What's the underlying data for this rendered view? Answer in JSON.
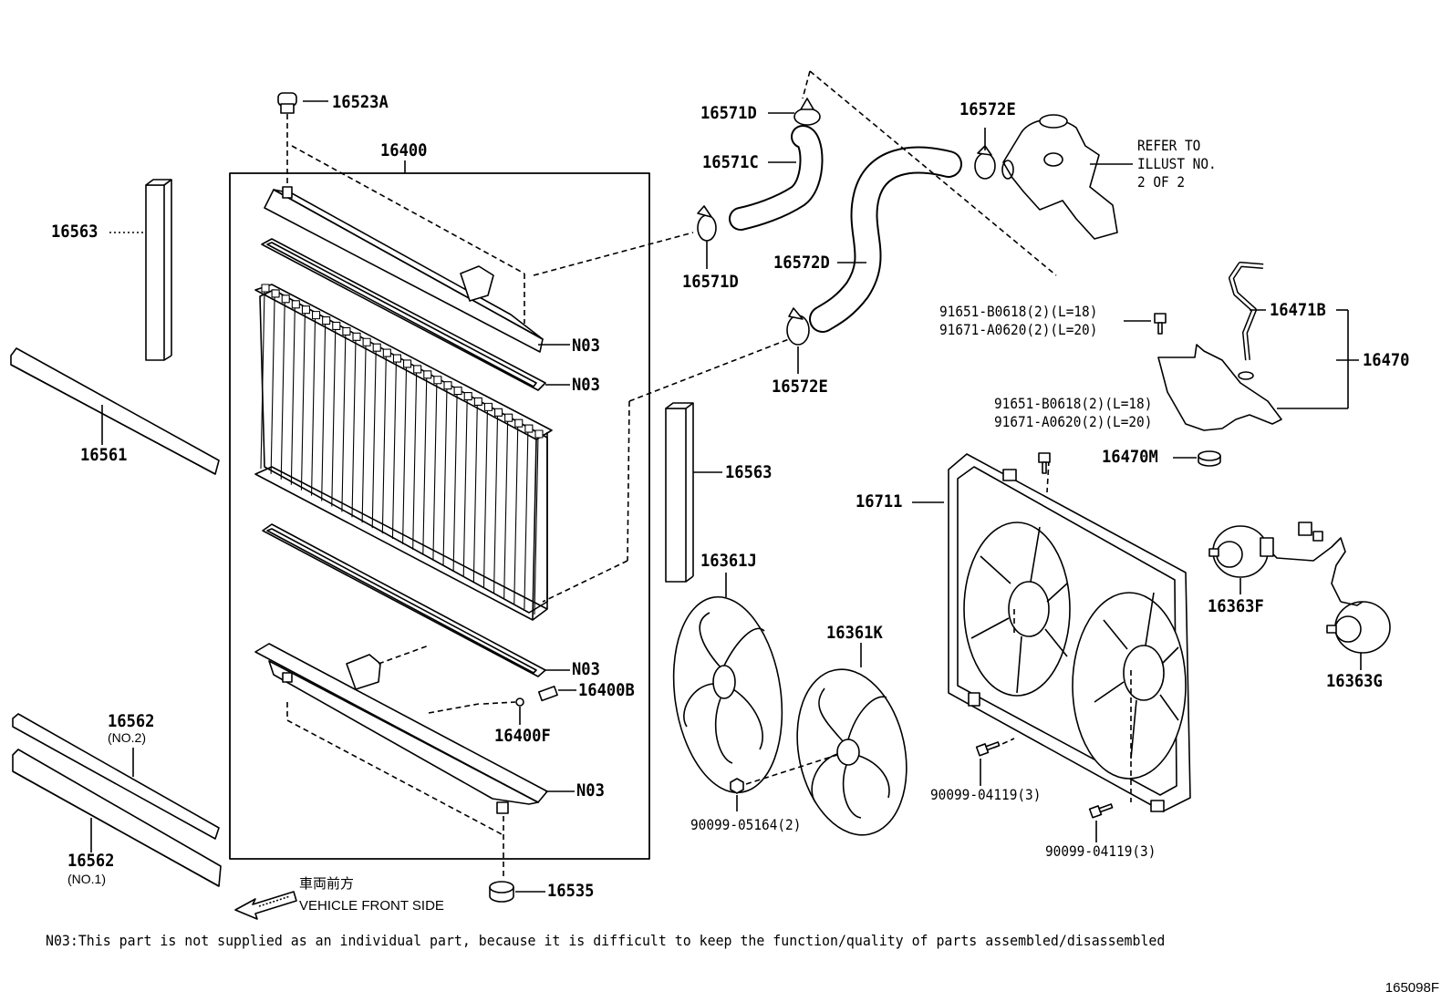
{
  "labels": {
    "p16523A": "16523A",
    "p16400": "16400",
    "p16563_left": "16563",
    "p16561": "16561",
    "n03_1": "N03",
    "n03_2": "N03",
    "n03_3": "N03",
    "n03_4": "N03",
    "p16400B": "16400B",
    "p16400F": "16400F",
    "p16562_no2": "16562",
    "p16562_no2_sub": "(NO.2)",
    "p16562_no1": "16562",
    "p16562_no1_sub": "(NO.1)",
    "p16535": "16535",
    "p16571D_top": "16571D",
    "p16571C": "16571C",
    "p16571D_bottom": "16571D",
    "p16572E_top": "16572E",
    "p16572D": "16572D",
    "p16572E_bottom": "16572E",
    "p16563_right": "16563",
    "p16361J": "16361J",
    "p16361K": "16361K",
    "p90099_05164": "90099-05164(2)",
    "p16711": "16711",
    "p90099_04119_a": "90099-04119(3)",
    "p90099_04119_b": "90099-04119(3)",
    "p16363F": "16363F",
    "p16363G": "16363G",
    "p16470M": "16470M",
    "p16470": "16470",
    "p16471B": "16471B",
    "bolt_a_1": "91651-B0618(2)(L=18)",
    "bolt_a_2": "91671-A0620(2)(L=20)",
    "bolt_b_1": "91651-B0618(2)(L=18)",
    "bolt_b_2": "91671-A0620(2)(L=20)",
    "refer_1": "REFER TO",
    "refer_2": "ILLUST NO.",
    "refer_3": "2 OF 2",
    "front_jp": "車両前方",
    "front_en": "VEHICLE FRONT SIDE"
  },
  "footnote": "N03:This part is not supplied as an individual part, because it is difficult to keep the function/quality of parts assembled/disassembled",
  "figure_number": "165098F"
}
